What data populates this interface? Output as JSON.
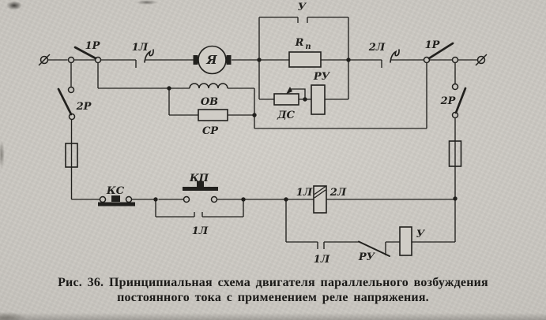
{
  "figure": {
    "caption_line1": "Рис. 36. Принципиальная схема двигателя параллельного возбуждения",
    "caption_line2": "постоянного тока с применением реле напряжения."
  },
  "labels": {
    "switch_1r_left": "1Р",
    "contact_1l_top": "1Л",
    "armature": "Я",
    "contact_u_top": "У",
    "resistor_rp_main": "R",
    "resistor_rp_sub": "п",
    "relay_ru_coil": "РУ",
    "resistor_ds": "ДС",
    "contact_2l_top": "2Л",
    "switch_1r_right": "1Р",
    "switch_2r_left": "2Р",
    "switch_2r_right": "2Р",
    "field_winding_ov": "ОВ",
    "rheostat_sr": "СР",
    "button_ks": "КС",
    "button_kp": "КП",
    "aux_contact_1l_holdin": "1Л",
    "coil_1l": "1Л",
    "coil_2l": "2Л",
    "aux_contact_1l_u_branch": "1Л",
    "contact_ru_nc": "РУ",
    "coil_u": "У"
  },
  "colors": {
    "paper": "#c9c6c0",
    "ink": "#21201d"
  }
}
